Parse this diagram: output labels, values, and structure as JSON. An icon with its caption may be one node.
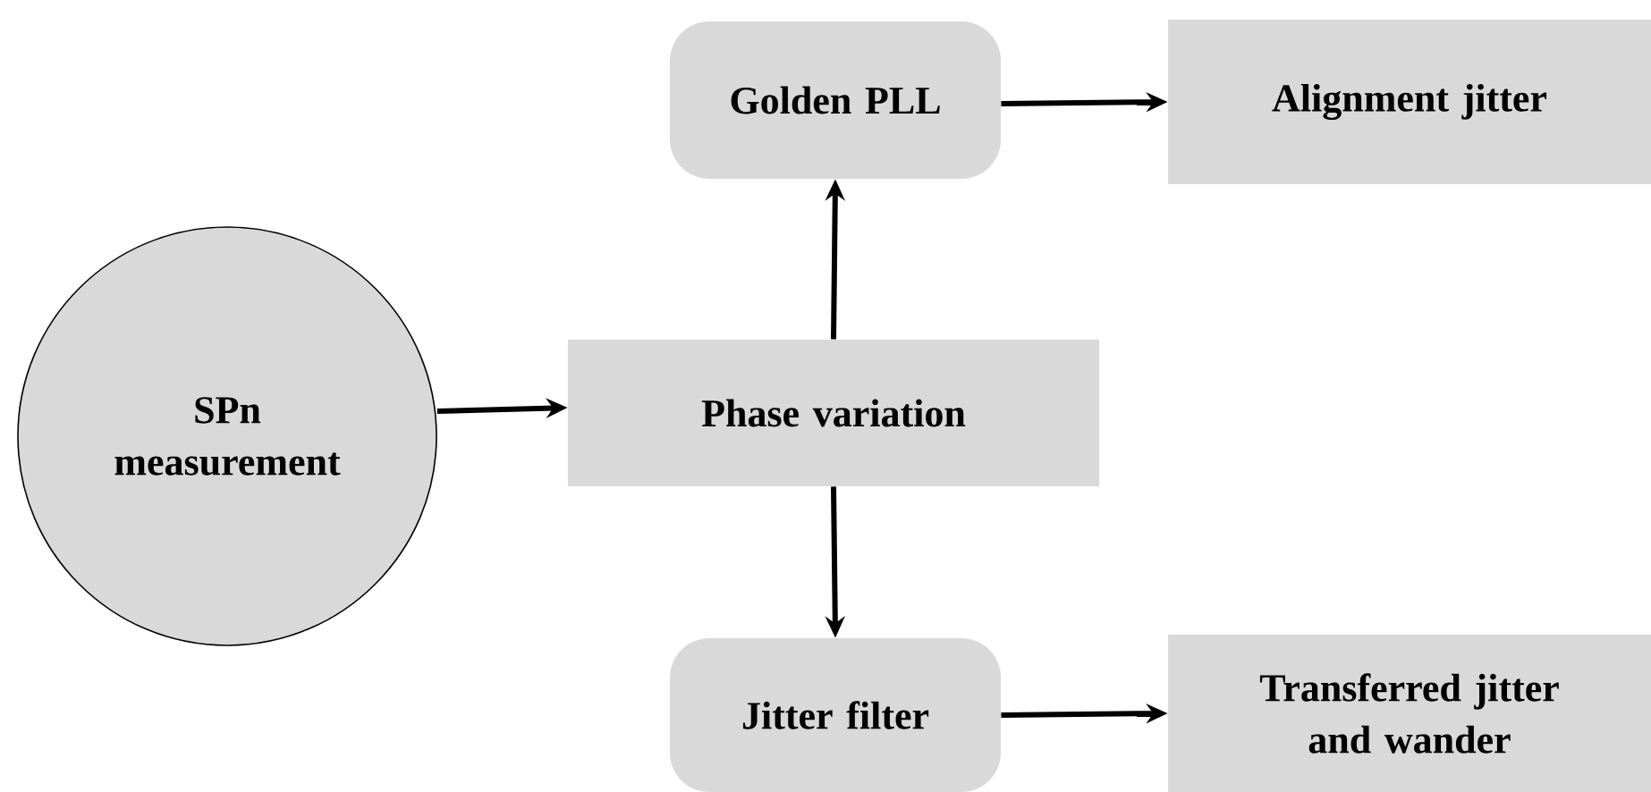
{
  "diagram": {
    "nodes": [
      {
        "text": [
          "SPn measurement"
        ]
      },
      {
        "text": [
          "Phase variation"
        ]
      },
      {
        "text": [
          "Golden PLL"
        ]
      },
      {
        "text": [
          "Alignment jitter"
        ]
      },
      {
        "text": [
          "Jitter filter"
        ]
      },
      {
        "text": [
          "Transferred jitter and wander"
        ]
      }
    ],
    "edges": [
      {
        "from": 0,
        "to": 1,
        "arrow": "to"
      },
      {
        "from": 1,
        "to": 2,
        "arrow": "to"
      },
      {
        "from": 2,
        "to": 3,
        "arrow": "to"
      },
      {
        "from": 1,
        "to": 4,
        "arrow": "to"
      },
      {
        "from": 4,
        "to": 5,
        "arrow": "to"
      }
    ]
  }
}
